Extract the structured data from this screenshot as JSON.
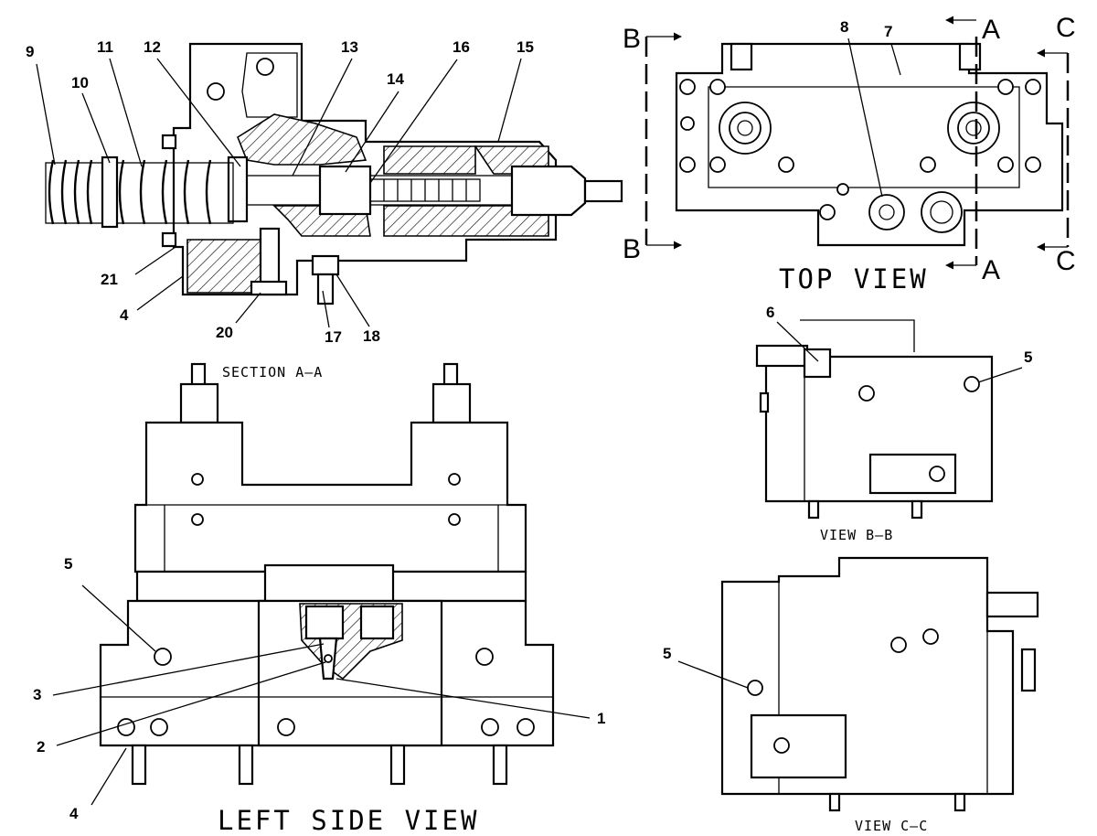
{
  "views": {
    "section_aa": "SECTION A–A",
    "top": "TOP VIEW",
    "view_bb": "VIEW B–B",
    "left_side": "LEFT SIDE VIEW",
    "view_cc": "VIEW C–C"
  },
  "section_letters": {
    "a_top": "A",
    "a_bottom": "A",
    "b_top": "B",
    "b_bottom": "B",
    "c_top": "C",
    "c_bottom": "C"
  },
  "callouts": {
    "section_aa": [
      "9",
      "10",
      "11",
      "12",
      "13",
      "14",
      "16",
      "15",
      "21",
      "4",
      "20",
      "17",
      "18"
    ],
    "top_view": [
      "8",
      "7"
    ],
    "view_bb": [
      "6",
      "5"
    ],
    "left_side": [
      "5",
      "3",
      "2",
      "1",
      "4"
    ],
    "view_cc": [
      "5"
    ]
  }
}
